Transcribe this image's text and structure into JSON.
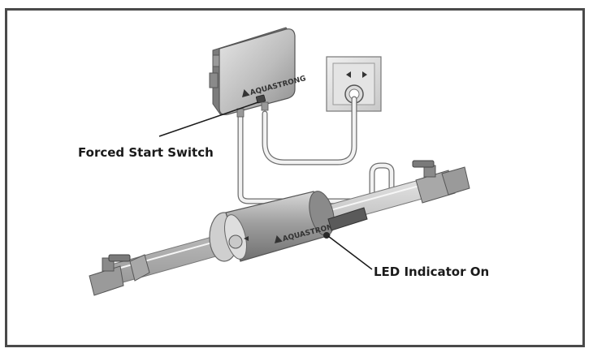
{
  "labels": {
    "forced_start_switch": "Forced Start Switch",
    "led_indicator": "LED Indicator On"
  },
  "brand": {
    "controller": "AQUASTRONG",
    "sensor": "AQUASTRONG"
  },
  "colors": {
    "frame": "#4a4a4a",
    "device_body": "#b5b5b5",
    "pipe": "#c4c4c4",
    "cable": "#e8e8e8",
    "text": "#1a1a1a"
  }
}
